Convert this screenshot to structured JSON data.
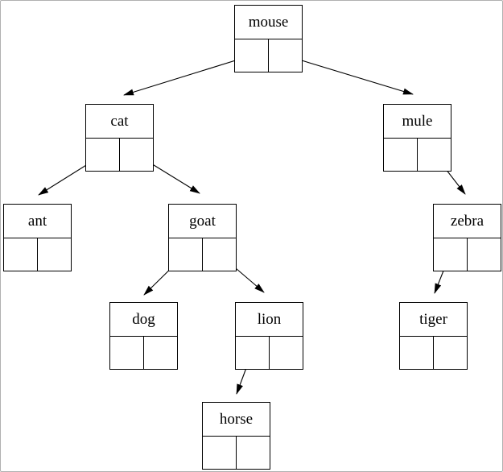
{
  "diagram": {
    "type": "binary-tree",
    "colors": {
      "node_border": "#000000",
      "arrow": "#000000",
      "background": "#ffffff",
      "frame_border": "#b0b0b0"
    }
  },
  "nodes": {
    "mouse": {
      "label": "mouse",
      "left_child": "cat",
      "right_child": "mule"
    },
    "cat": {
      "label": "cat",
      "left_child": "ant",
      "right_child": "goat"
    },
    "mule": {
      "label": "mule",
      "left_child": null,
      "right_child": "zebra"
    },
    "ant": {
      "label": "ant",
      "left_child": null,
      "right_child": null
    },
    "goat": {
      "label": "goat",
      "left_child": "dog",
      "right_child": "lion"
    },
    "zebra": {
      "label": "zebra",
      "left_child": "tiger",
      "right_child": null
    },
    "dog": {
      "label": "dog",
      "left_child": null,
      "right_child": null
    },
    "lion": {
      "label": "lion",
      "left_child": "horse",
      "right_child": null
    },
    "tiger": {
      "label": "tiger",
      "left_child": null,
      "right_child": null
    },
    "horse": {
      "label": "horse",
      "left_child": null,
      "right_child": null
    }
  },
  "edges": [
    {
      "from": "mouse",
      "pointer": "left",
      "to": "cat"
    },
    {
      "from": "mouse",
      "pointer": "right",
      "to": "mule"
    },
    {
      "from": "cat",
      "pointer": "left",
      "to": "ant"
    },
    {
      "from": "cat",
      "pointer": "right",
      "to": "goat"
    },
    {
      "from": "goat",
      "pointer": "left",
      "to": "dog"
    },
    {
      "from": "goat",
      "pointer": "right",
      "to": "lion"
    },
    {
      "from": "mule",
      "pointer": "right",
      "to": "zebra"
    },
    {
      "from": "zebra",
      "pointer": "left",
      "to": "tiger"
    },
    {
      "from": "lion",
      "pointer": "left",
      "to": "horse"
    }
  ]
}
